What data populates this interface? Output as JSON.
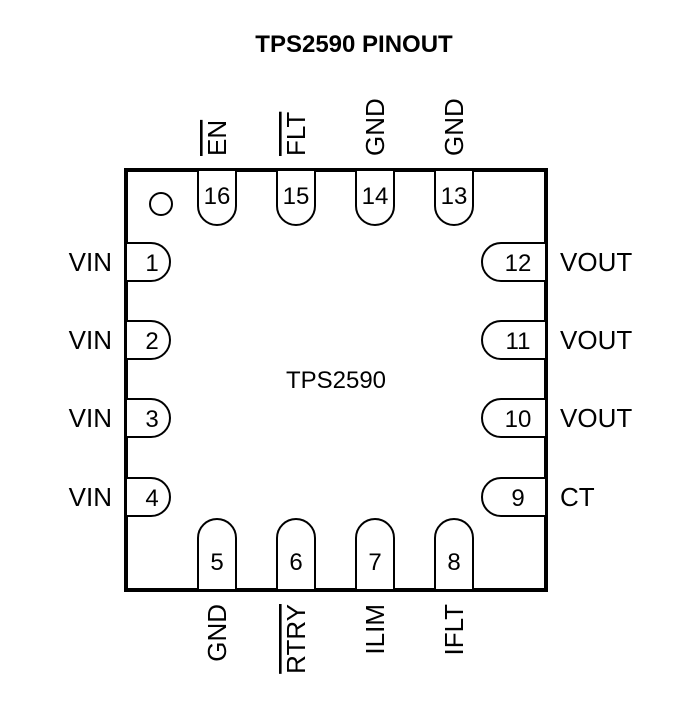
{
  "title": "TPS2590 PINOUT",
  "chip_label": "TPS2590",
  "pins": [
    {
      "num": "1",
      "name": "VIN"
    },
    {
      "num": "2",
      "name": "VIN"
    },
    {
      "num": "3",
      "name": "VIN"
    },
    {
      "num": "4",
      "name": "VIN"
    },
    {
      "num": "5",
      "name": "GND"
    },
    {
      "num": "6",
      "name": "RTRY",
      "overbar": true
    },
    {
      "num": "7",
      "name": "ILIM"
    },
    {
      "num": "8",
      "name": "IFLT"
    },
    {
      "num": "9",
      "name": "CT"
    },
    {
      "num": "10",
      "name": "VOUT"
    },
    {
      "num": "11",
      "name": "VOUT"
    },
    {
      "num": "12",
      "name": "VOUT"
    },
    {
      "num": "13",
      "name": "GND"
    },
    {
      "num": "14",
      "name": "GND"
    },
    {
      "num": "15",
      "name": "FLT",
      "overbar": true
    },
    {
      "num": "16",
      "name": "EN",
      "overbar": true
    }
  ]
}
